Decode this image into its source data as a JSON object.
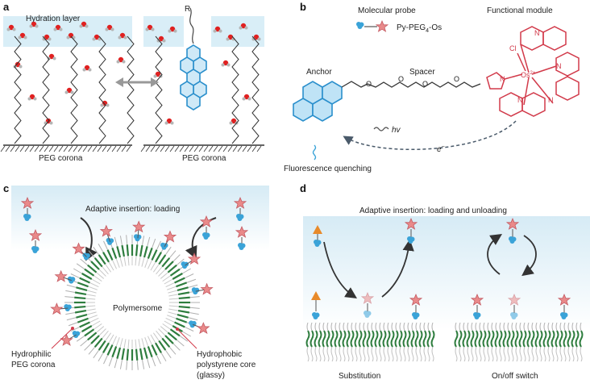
{
  "colors": {
    "hydration": "#d9eef7",
    "anchor_blue": "#3aa3d8",
    "module_red": "#d23a4a",
    "oxygen_red": "#e02020",
    "hydrogen_gray": "#b5b5b5",
    "green": "#2e7d3e",
    "star_pink": "#e98a8a",
    "triangle_orange": "#e88a2a",
    "arrow_gray": "#444444"
  },
  "panel_a": {
    "label": "a",
    "hydration_label": "Hydration layer",
    "corona_left": "PEG corona",
    "corona_right": "PEG corona",
    "r_label": "R"
  },
  "panel_b": {
    "label": "b",
    "molecular_probe": "Molecular probe",
    "functional_module": "Functional module",
    "probe_name": "Py-PEG",
    "probe_sub": "4",
    "probe_suffix": "-Os",
    "anchor": "Anchor",
    "spacer": "Spacer",
    "hv": "hv",
    "electron": "e",
    "electron_sup": "−",
    "quenching": "Fluorescence quenching",
    "cl": "Cl",
    "os": "Os",
    "os_charge": "2+",
    "n": "N",
    "o": "O"
  },
  "panel_c": {
    "label": "c",
    "title": "Adaptive insertion: loading",
    "polymersome": "Polymersome",
    "left_callout_1": "Hydrophilic",
    "left_callout_2": "PEG corona",
    "right_callout_1": "Hydrophobic",
    "right_callout_2": "polystyrene core",
    "right_callout_3": "(glassy)"
  },
  "panel_d": {
    "label": "d",
    "title": "Adaptive insertion: loading and unloading",
    "substitution": "Substitution",
    "onoff": "On/off switch"
  }
}
